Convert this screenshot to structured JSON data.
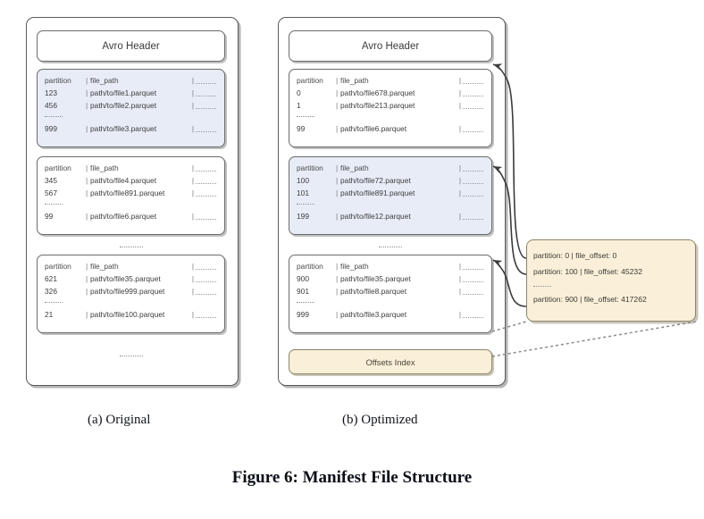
{
  "figure": {
    "caption": "Figure 6: Manifest File Structure",
    "subcaption_a": "(a) Original",
    "subcaption_b": "(b) Optimized"
  },
  "columns": {
    "partition": "partition",
    "file_path": "file_path",
    "pipe": "|",
    "ellipsis": "......"
  },
  "original": {
    "header_label": "Avro Header",
    "blocks": [
      {
        "tinted": true,
        "rows": [
          {
            "partition": "partition",
            "path": "file_path",
            "header": true
          },
          {
            "partition": "123",
            "path": "path/to/file1.parquet"
          },
          {
            "partition": "456",
            "path": "path/to/file2.parquet"
          },
          {
            "ellipsis": true
          },
          {
            "partition": "999",
            "path": "path/to/file3.parquet"
          }
        ]
      },
      {
        "tinted": false,
        "rows": [
          {
            "partition": "partition",
            "path": "file_path",
            "header": true
          },
          {
            "partition": "345",
            "path": "path/to/file4.parquet"
          },
          {
            "partition": "567",
            "path": "path/to/file891.parquet"
          },
          {
            "ellipsis": true
          },
          {
            "partition": "99",
            "path": "path/to/file6.parquet"
          }
        ]
      },
      {
        "tinted": false,
        "rows": [
          {
            "partition": "partition",
            "path": "file_path",
            "header": true
          },
          {
            "partition": "621",
            "path": "path/to/file35.parquet"
          },
          {
            "partition": "326",
            "path": "path/to/file999.parquet"
          },
          {
            "ellipsis": true
          },
          {
            "partition": "21",
            "path": "path/to/file100.parquet"
          }
        ]
      }
    ]
  },
  "optimized": {
    "header_label": "Avro Header",
    "offsets_index_label": "Offsets Index",
    "blocks": [
      {
        "tinted": false,
        "rows": [
          {
            "partition": "partition",
            "path": "file_path",
            "header": true
          },
          {
            "partition": "0",
            "path": "path/to/file678.parquet"
          },
          {
            "partition": "1",
            "path": "path/to/file213.parquet"
          },
          {
            "ellipsis": true
          },
          {
            "partition": "99",
            "path": "path/to/file6.parquet"
          }
        ]
      },
      {
        "tinted": true,
        "rows": [
          {
            "partition": "partition",
            "path": "file_path",
            "header": true
          },
          {
            "partition": "100",
            "path": "path/to/file72.parquet"
          },
          {
            "partition": "101",
            "path": "path/to/file891.parquet"
          },
          {
            "ellipsis": true
          },
          {
            "partition": "199",
            "path": "path/to/file12.parquet"
          }
        ]
      },
      {
        "tinted": false,
        "rows": [
          {
            "partition": "partition",
            "path": "file_path",
            "header": true
          },
          {
            "partition": "900",
            "path": "path/to/file35.parquet"
          },
          {
            "partition": "901",
            "path": "path/to/file8.parquet"
          },
          {
            "ellipsis": true
          },
          {
            "partition": "999",
            "path": "path/to/file3.parquet"
          }
        ]
      }
    ]
  },
  "offsets_callout": {
    "entries": [
      {
        "text": "partition: 0 | file_offset: 0"
      },
      {
        "text": "partition: 100 | file_offset: 45232"
      },
      {
        "ellipsis": true
      },
      {
        "text": "partition: 900 | file_offset: 417262"
      }
    ]
  },
  "colors": {
    "tinted_block": "#e7ecf7",
    "offsets_fill": "#faf0d9",
    "offsets_stroke": "#8d8468",
    "block_stroke": "#6b6b6b",
    "container_stroke": "#5a5a5a"
  }
}
